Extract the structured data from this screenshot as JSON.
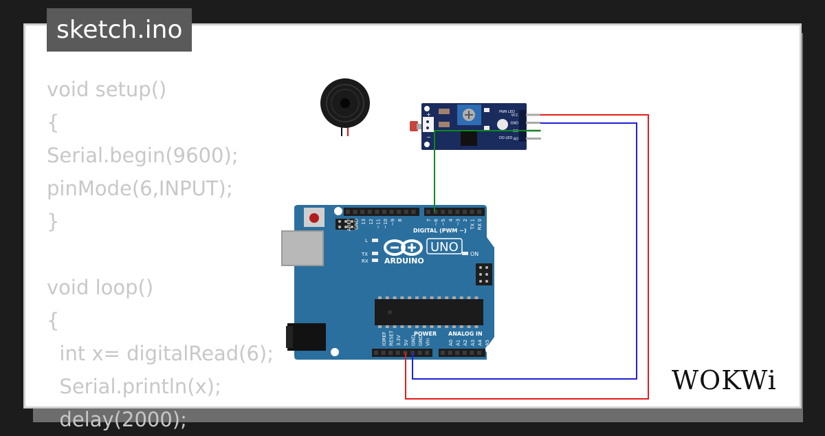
{
  "tab": {
    "filename": "sketch.ino"
  },
  "code_lines": [
    "void setup()",
    "{",
    "Serial.begin(9600);",
    "pinMode(6,INPUT);",
    "}",
    "",
    "void loop()",
    "{",
    "  int x= digitalRead(6);",
    "  Serial.println(x);",
    "  delay(2000);"
  ],
  "board": {
    "model": "UNO",
    "brand": "ARDUINO",
    "digital_label": "DIGITAL (PWM ~)",
    "power_label": "POWER",
    "analog_label": "ANALOG IN",
    "on_label": "ON",
    "l_label": "L",
    "tx_label": "TX",
    "rx_label": "RX",
    "digital_pins": [
      "AREF",
      "GND",
      "13",
      "12",
      "~11",
      "~10",
      "~9",
      "8",
      "7",
      "~6",
      "~5",
      "4",
      "~3",
      "2",
      "TX 1",
      "RX 0"
    ],
    "power_pins": [
      "IOREF",
      "RESET",
      "3.3V",
      "5V",
      "GND",
      "GND",
      "Vin"
    ],
    "analog_pins": [
      "A0",
      "A1",
      "A2",
      "A3",
      "A4",
      "A5"
    ]
  },
  "sensor": {
    "pins": [
      "VCC",
      "GND",
      "DO",
      "AO"
    ],
    "pwr_led": "PWR LED",
    "do_led": "DO LED",
    "plus": "+",
    "minus": "−"
  },
  "wires": {
    "vcc": "#e31b1b",
    "gnd": "#1f1fd6",
    "signal": "#0b8a1e"
  },
  "logo": {
    "text": "WOKWi"
  }
}
